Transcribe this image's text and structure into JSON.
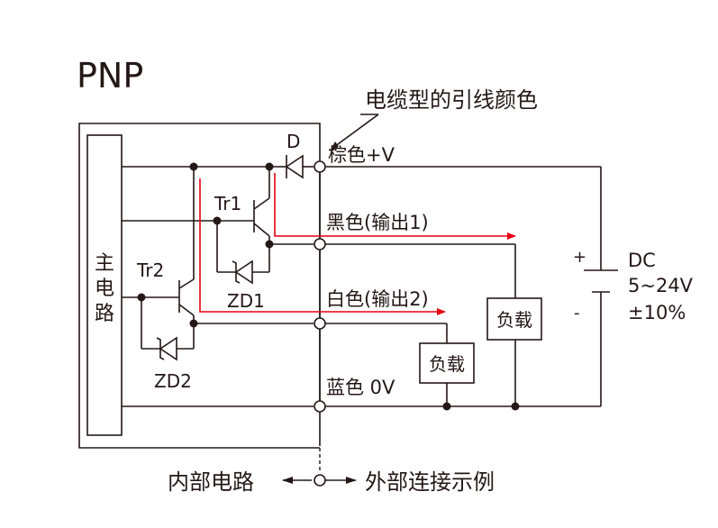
{
  "title": "PNP",
  "callout": "电缆型的引线颜色",
  "main_circuit": [
    "主",
    "电",
    "路"
  ],
  "components": {
    "diode": "D",
    "tr1": "Tr1",
    "tr2": "Tr2",
    "zd1": "ZD1",
    "zd2": "ZD2"
  },
  "wires": {
    "brown": "棕色+V",
    "black": "黑色(输出1)",
    "white": "白色(输出2)",
    "blue": "蓝色 0V"
  },
  "loads": {
    "load1": "负载",
    "load2": "负载"
  },
  "supply": {
    "plus": "+",
    "minus": "-",
    "type": "DC",
    "range": "5~24V",
    "tolerance": "±10%"
  },
  "footer": {
    "internal": "内部电路",
    "external": "外部连接示例"
  },
  "colors": {
    "wire": "#231815",
    "current": "#e60012"
  }
}
